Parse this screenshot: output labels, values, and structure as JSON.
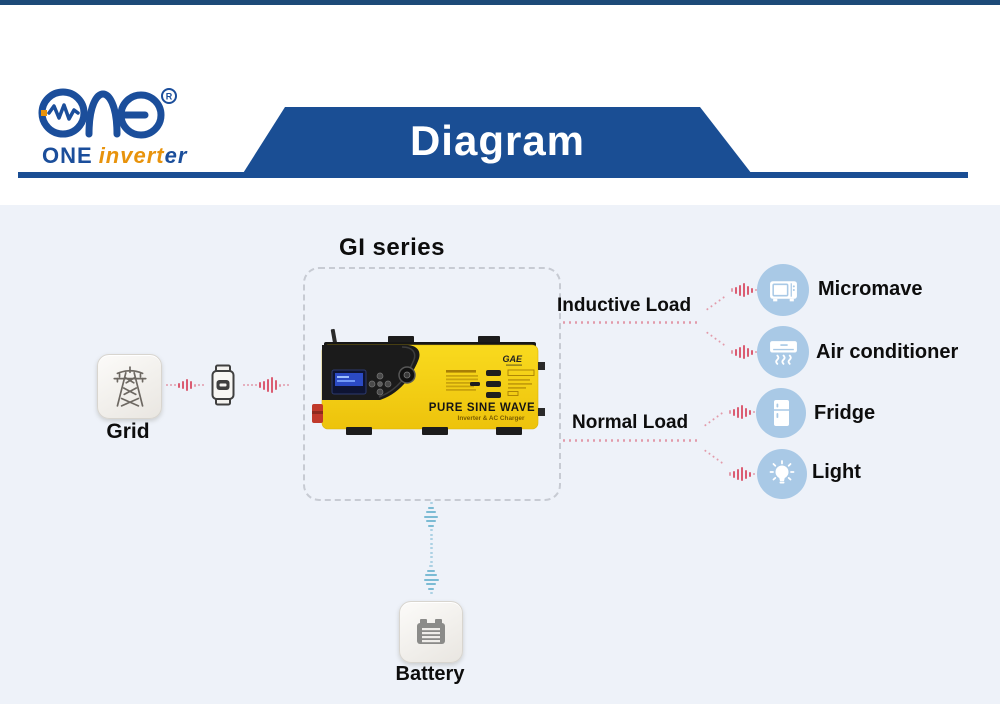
{
  "header": {
    "brand": {
      "name": "GAE",
      "registered": "R",
      "word_one": "ONE",
      "word_inverter_a": "invert",
      "word_inverter_b": "er"
    },
    "banner_title": "Diagram"
  },
  "diagram": {
    "series_title": "GI series",
    "device": {
      "brand": "GAE",
      "line1": "PURE SINE WAVE",
      "line2": "Inverter & AC Charger"
    },
    "grid": {
      "label": "Grid",
      "icon": "transmission-tower-icon"
    },
    "battery": {
      "label": "Battery",
      "icon": "battery-icon"
    },
    "breaker": {
      "icon": "circuit-breaker-icon"
    },
    "loads": {
      "inductive": {
        "label": "Inductive Load",
        "items": [
          {
            "label": "Micromave",
            "icon": "microwave-icon"
          },
          {
            "label": "Air conditioner",
            "icon": "air-conditioner-icon"
          }
        ]
      },
      "normal": {
        "label": "Normal Load",
        "items": [
          {
            "label": "Fridge",
            "icon": "fridge-icon"
          },
          {
            "label": "Light",
            "icon": "light-bulb-icon"
          }
        ]
      }
    },
    "colors": {
      "banner_blue": "#1a4e94",
      "logo_blue": "#1b4e9b",
      "logo_orange": "#e8930c",
      "signal_red": "#d9536a",
      "signal_teal": "#74b7d2",
      "load_circle_blue": "#a9c9e6",
      "device_yellow": "#f5cf15",
      "content_background": "#eef2f9"
    }
  }
}
